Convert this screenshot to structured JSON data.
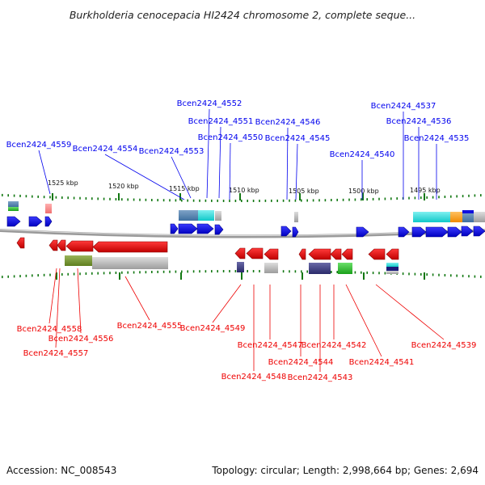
{
  "title": "Burkholderia cenocepacia HI2424 chromosome 2, complete seque...",
  "footer": {
    "accession": "Accession: NC_008543",
    "summary": "Topology: circular; Length: 2,998,664 bp; Genes: 2,694"
  },
  "scale": {
    "ticks": [
      "1525 kbp",
      "1520 kbp",
      "1515 kbp",
      "1510 kbp",
      "1505 kbp",
      "1500 kbp",
      "1495 kbp"
    ]
  },
  "colors": {
    "forward": "#0000ee",
    "reverse": "#ee0000",
    "tick": "#117711",
    "backbone": "#888888"
  },
  "forward_labels": [
    "Bcen2424_4559",
    "Bcen2424_4554",
    "Bcen2424_4553",
    "Bcen2424_4552",
    "Bcen2424_4551",
    "Bcen2424_4550",
    "Bcen2424_4546",
    "Bcen2424_4545",
    "Bcen2424_4540",
    "Bcen2424_4537",
    "Bcen2424_4536",
    "Bcen2424_4535"
  ],
  "reverse_labels": [
    "Bcen2424_4558",
    "Bcen2424_4557",
    "Bcen2424_4556",
    "Bcen2424_4555",
    "Bcen2424_4549",
    "Bcen2424_4548",
    "Bcen2424_4547",
    "Bcen2424_4544",
    "Bcen2424_4543",
    "Bcen2424_4542",
    "Bcen2424_4541",
    "Bcen2424_4539"
  ]
}
